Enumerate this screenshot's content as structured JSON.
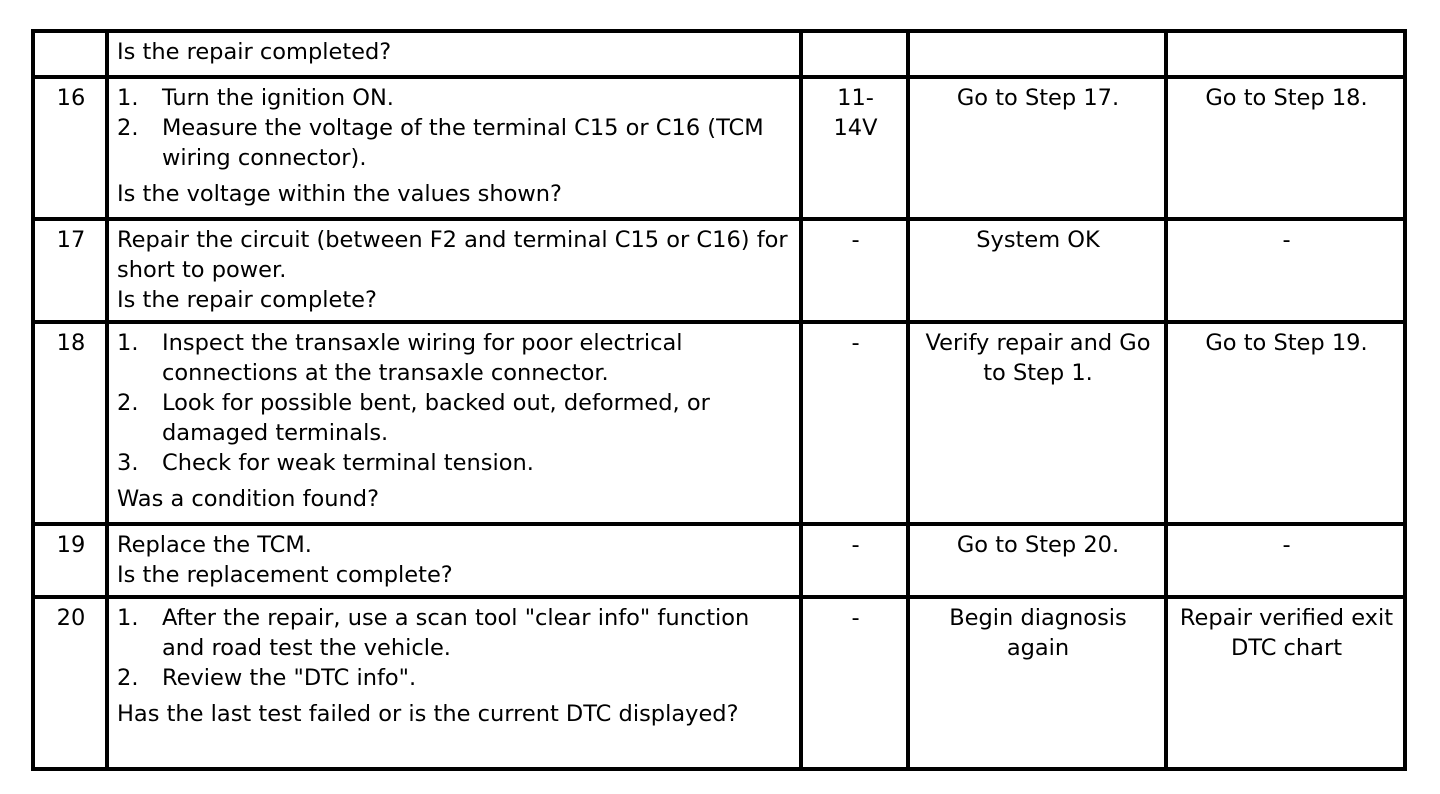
{
  "rows": [
    {
      "step": "",
      "action_lines": [],
      "action_question": "Is the repair completed?",
      "value": "",
      "yes": "",
      "no": ""
    },
    {
      "step": "16",
      "action_items": [
        {
          "num": "1.",
          "text": "Turn the ignition ON."
        },
        {
          "num": "2.",
          "text": "Measure the voltage of the terminal C15 or C16 (TCM wiring connector)."
        }
      ],
      "action_question": "Is the voltage within the values shown?",
      "value": "11-\n14V",
      "yes": "Go to Step 17.",
      "no": "Go to Step 18."
    },
    {
      "step": "17",
      "action_lines": [
        "Repair the circuit (between F2 and terminal C15 or C16) for short to power."
      ],
      "action_question": "Is the repair complete?",
      "value": "-",
      "yes": "System OK",
      "no": "-"
    },
    {
      "step": "18",
      "action_items": [
        {
          "num": "1.",
          "text": "Inspect the transaxle wiring for poor electrical connections at the transaxle connector."
        },
        {
          "num": "2.",
          "text": "Look for possible bent, backed out, deformed, or damaged terminals."
        },
        {
          "num": "3.",
          "text": "Check for weak terminal tension."
        }
      ],
      "action_question": "Was a condition found?",
      "value": "-",
      "yes": "Verify repair and Go to Step 1.",
      "no": "Go to Step 19."
    },
    {
      "step": "19",
      "action_lines": [
        "Replace the TCM."
      ],
      "action_question": "Is the replacement complete?",
      "value": "-",
      "yes": "Go to Step 20.",
      "no": "-"
    },
    {
      "step": "20",
      "action_items": [
        {
          "num": "1.",
          "text": "After the repair, use a scan tool \"clear info\" function and road test the vehicle."
        },
        {
          "num": "2.",
          "text": "Review the \"DTC info\"."
        }
      ],
      "action_question": "Has the last test failed or is the current DTC displayed?",
      "value": "-",
      "yes": "Begin diagnosis again",
      "no": "Repair verified exit DTC chart"
    }
  ]
}
